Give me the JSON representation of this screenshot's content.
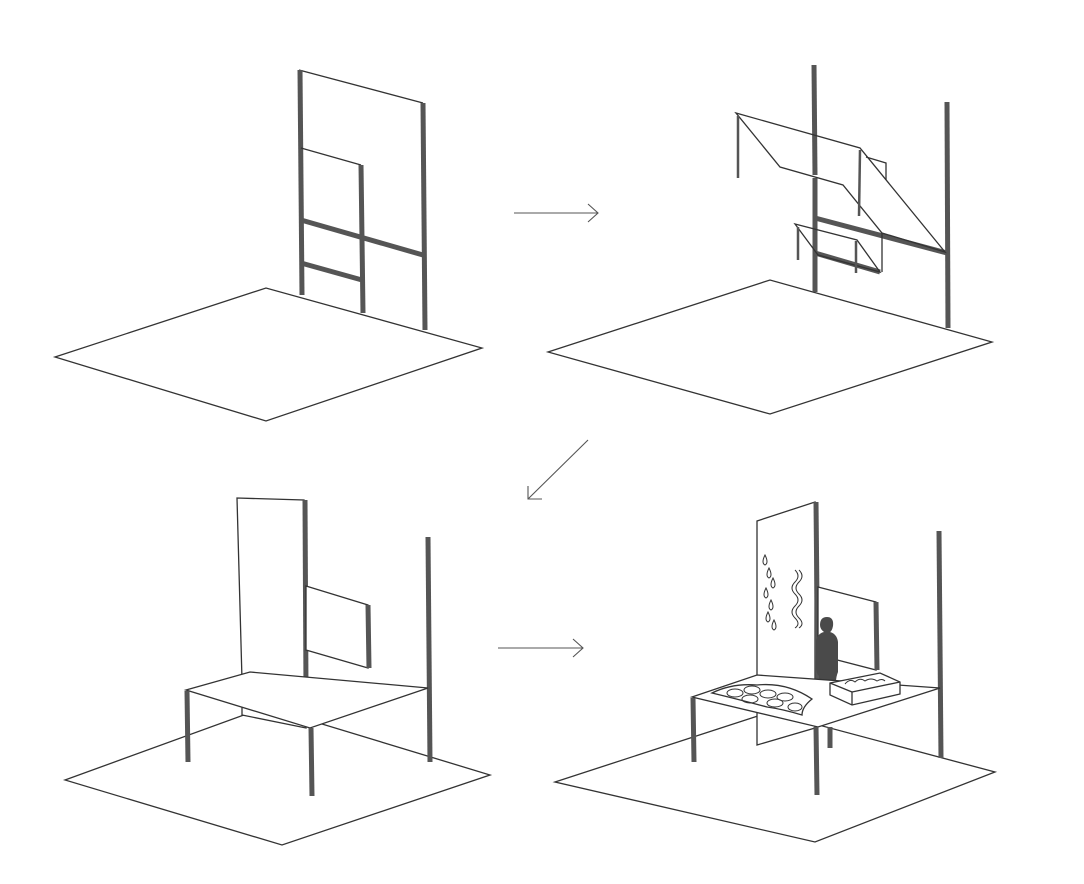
{
  "diagram": {
    "steps": [
      "frame",
      "awnings",
      "table",
      "stall-in-use"
    ],
    "arrows": [
      "right",
      "down-left",
      "right"
    ]
  },
  "colors": {
    "line": "#333333",
    "post": "#555555",
    "figure": "#4a4a4a",
    "background": "#ffffff"
  }
}
